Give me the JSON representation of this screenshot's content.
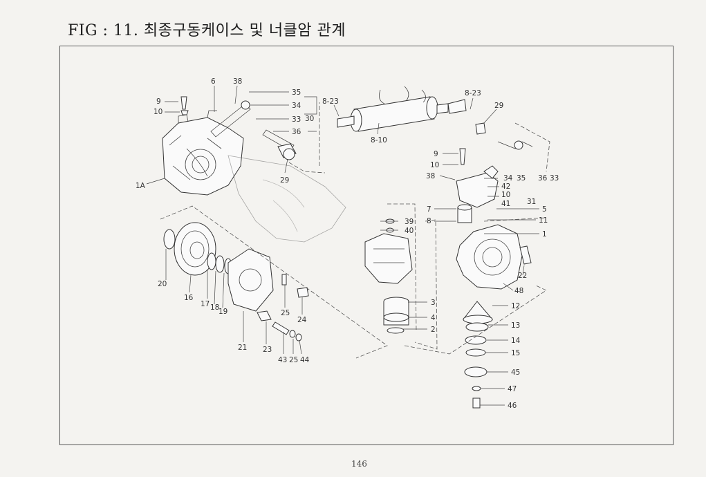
{
  "document": {
    "title": "FIG : 11. 최종구동케이스 및 너클암 관계",
    "page_number": "146"
  },
  "callouts": [
    {
      "id": "c-6",
      "text": "6"
    },
    {
      "id": "c-38a",
      "text": "38"
    },
    {
      "id": "c-35a",
      "text": "35"
    },
    {
      "id": "c-34a",
      "text": "34"
    },
    {
      "id": "c-33a",
      "text": "33"
    },
    {
      "id": "c-30",
      "text": "30"
    },
    {
      "id": "c-36a",
      "text": "36"
    },
    {
      "id": "c-9a",
      "text": "9"
    },
    {
      "id": "c-10a",
      "text": "10"
    },
    {
      "id": "c-1A",
      "text": "1A"
    },
    {
      "id": "c-29a",
      "text": "29"
    },
    {
      "id": "c-8-23a",
      "text": "8-23"
    },
    {
      "id": "c-8-10",
      "text": "8-10"
    },
    {
      "id": "c-8-23b",
      "text": "8-23"
    },
    {
      "id": "c-29b",
      "text": "29"
    },
    {
      "id": "c-9b",
      "text": "9"
    },
    {
      "id": "c-10b",
      "text": "10"
    },
    {
      "id": "c-38b",
      "text": "38"
    },
    {
      "id": "c-34b",
      "text": "34"
    },
    {
      "id": "c-35b",
      "text": "35"
    },
    {
      "id": "c-36b",
      "text": "36"
    },
    {
      "id": "c-33b",
      "text": "33"
    },
    {
      "id": "c-42",
      "text": "42"
    },
    {
      "id": "c-10c",
      "text": "10"
    },
    {
      "id": "c-41",
      "text": "41"
    },
    {
      "id": "c-31",
      "text": "31"
    },
    {
      "id": "c-7",
      "text": "7"
    },
    {
      "id": "c-8",
      "text": "8"
    },
    {
      "id": "c-5",
      "text": "5"
    },
    {
      "id": "c-11",
      "text": "11"
    },
    {
      "id": "c-1",
      "text": "1"
    },
    {
      "id": "c-39",
      "text": "39"
    },
    {
      "id": "c-40",
      "text": "40"
    },
    {
      "id": "c-20",
      "text": "20"
    },
    {
      "id": "c-16",
      "text": "16"
    },
    {
      "id": "c-17",
      "text": "17"
    },
    {
      "id": "c-18",
      "text": "18"
    },
    {
      "id": "c-19",
      "text": "19"
    },
    {
      "id": "c-25a",
      "text": "25"
    },
    {
      "id": "c-24",
      "text": "24"
    },
    {
      "id": "c-21",
      "text": "21"
    },
    {
      "id": "c-23",
      "text": "23"
    },
    {
      "id": "c-43",
      "text": "43"
    },
    {
      "id": "c-25b",
      "text": "25"
    },
    {
      "id": "c-44",
      "text": "44"
    },
    {
      "id": "c-3",
      "text": "3"
    },
    {
      "id": "c-4",
      "text": "4"
    },
    {
      "id": "c-2",
      "text": "2"
    },
    {
      "id": "c-22",
      "text": "22"
    },
    {
      "id": "c-48",
      "text": "48"
    },
    {
      "id": "c-12",
      "text": "12"
    },
    {
      "id": "c-13",
      "text": "13"
    },
    {
      "id": "c-14",
      "text": "14"
    },
    {
      "id": "c-15",
      "text": "15"
    },
    {
      "id": "c-45",
      "text": "45"
    },
    {
      "id": "c-47",
      "text": "47"
    },
    {
      "id": "c-46",
      "text": "46"
    }
  ]
}
